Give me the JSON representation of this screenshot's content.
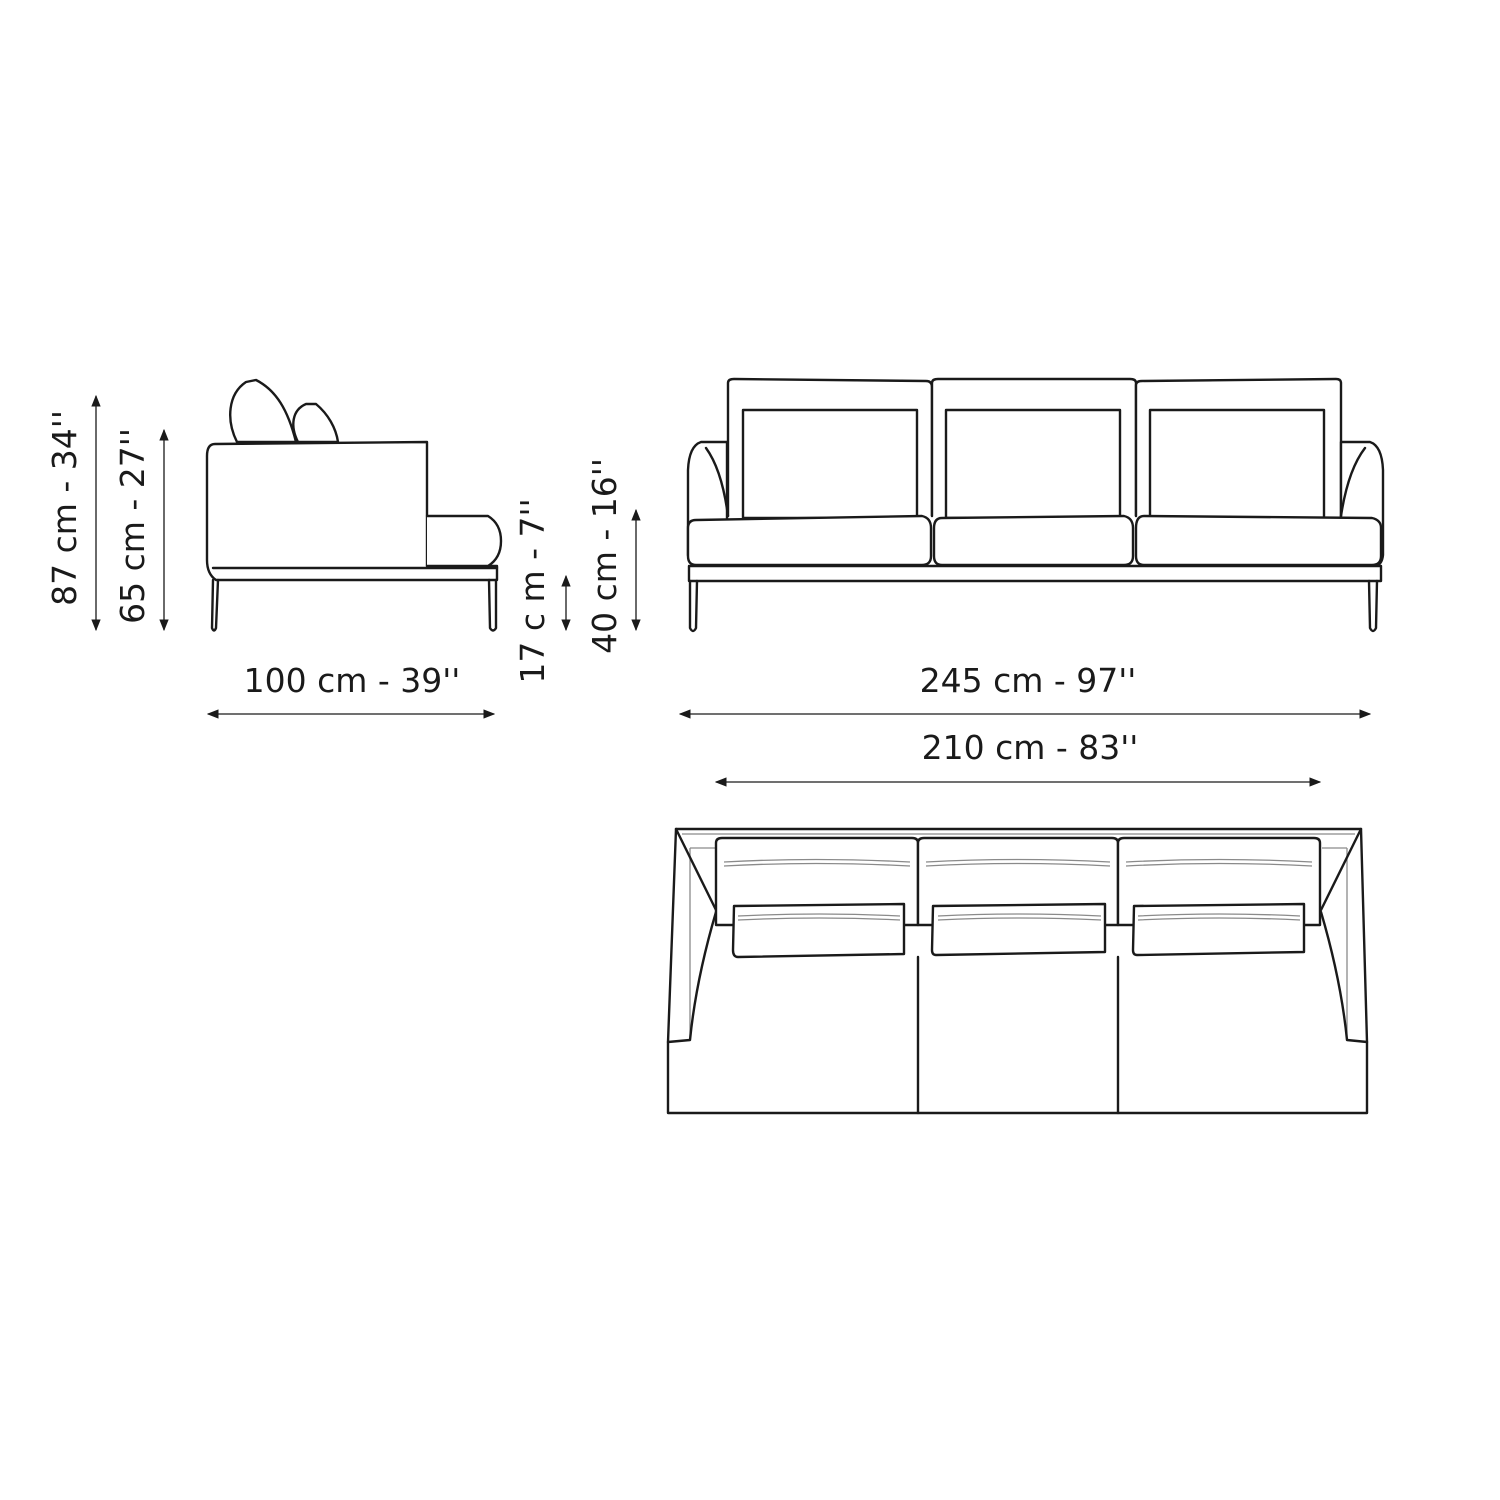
{
  "dimensions": {
    "height_total": "87 cm - 34''",
    "height_arm": "65 cm - 27''",
    "leg_height": "17 c m - 7''",
    "seat_height": "40 cm - 16''",
    "depth": "100 cm - 39''",
    "width_total": "245 cm - 97''",
    "width_inner": "210 cm - 83''"
  },
  "colors": {
    "line": "#1a1a1a",
    "detail": "#8a8a8a",
    "background": "#ffffff"
  }
}
